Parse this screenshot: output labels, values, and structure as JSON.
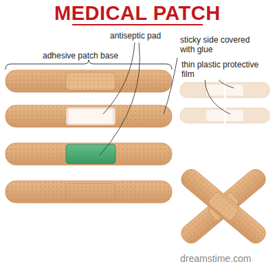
{
  "diagram": {
    "title": "MEDICAL PATCH",
    "labels": [
      "antiseptic pad",
      "adhesive patch base",
      "sticky side covered with glue",
      "thin plastic protective film",
      "dreamstime.com"
    ]
  }
}
